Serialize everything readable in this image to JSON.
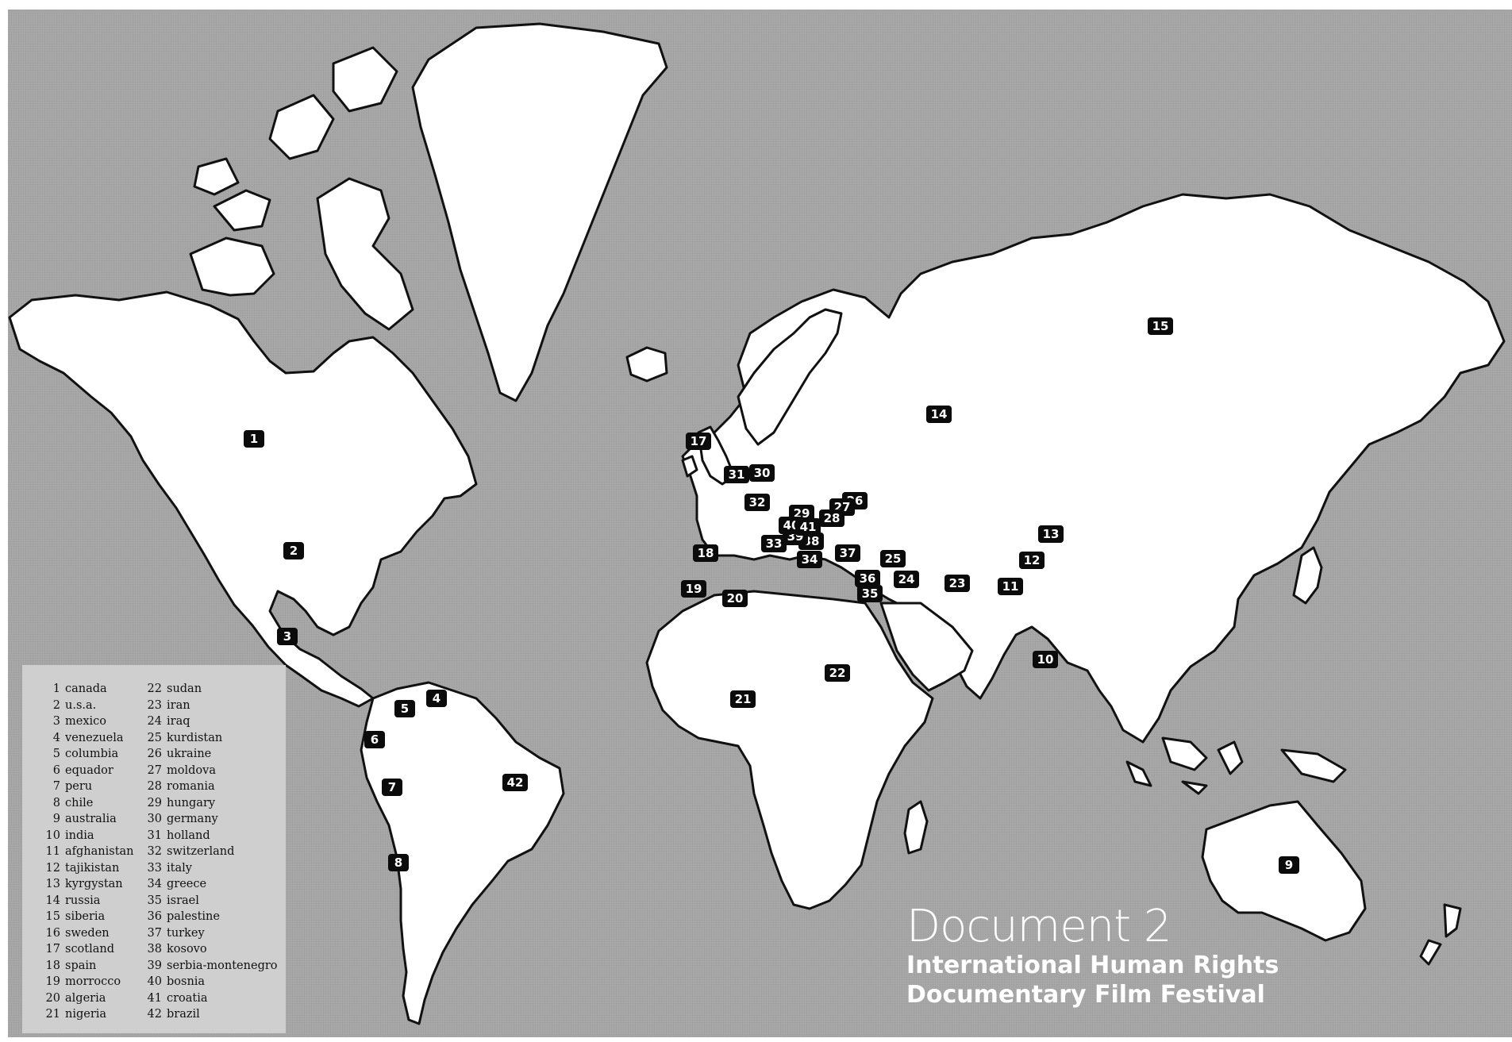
{
  "legend": [
    {
      "num": "1",
      "label": "canada"
    },
    {
      "num": "2",
      "label": "u.s.a."
    },
    {
      "num": "3",
      "label": "mexico"
    },
    {
      "num": "4",
      "label": "venezuela"
    },
    {
      "num": "5",
      "label": "columbia"
    },
    {
      "num": "6",
      "label": "equador"
    },
    {
      "num": "7",
      "label": "peru"
    },
    {
      "num": "8",
      "label": "chile"
    },
    {
      "num": "9",
      "label": "australia"
    },
    {
      "num": "10",
      "label": "india"
    },
    {
      "num": "11",
      "label": "afghanistan"
    },
    {
      "num": "12",
      "label": "tajikistan"
    },
    {
      "num": "13",
      "label": "kyrgystan"
    },
    {
      "num": "14",
      "label": "russia"
    },
    {
      "num": "15",
      "label": "siberia"
    },
    {
      "num": "16",
      "label": "sweden"
    },
    {
      "num": "17",
      "label": "scotland"
    },
    {
      "num": "18",
      "label": "spain"
    },
    {
      "num": "19",
      "label": "morrocco"
    },
    {
      "num": "20",
      "label": "algeria"
    },
    {
      "num": "21",
      "label": "nigeria"
    },
    {
      "num": "22",
      "label": "sudan"
    },
    {
      "num": "23",
      "label": "iran"
    },
    {
      "num": "24",
      "label": "iraq"
    },
    {
      "num": "25",
      "label": "kurdistan"
    },
    {
      "num": "26",
      "label": "ukraine"
    },
    {
      "num": "27",
      "label": "moldova"
    },
    {
      "num": "28",
      "label": "romania"
    },
    {
      "num": "29",
      "label": "hungary"
    },
    {
      "num": "30",
      "label": "germany"
    },
    {
      "num": "31",
      "label": "holland"
    },
    {
      "num": "32",
      "label": "switzerland"
    },
    {
      "num": "33",
      "label": "italy"
    },
    {
      "num": "34",
      "label": "greece"
    },
    {
      "num": "35",
      "label": "israel"
    },
    {
      "num": "36",
      "label": "palestine"
    },
    {
      "num": "37",
      "label": "turkey"
    },
    {
      "num": "38",
      "label": "kosovo"
    },
    {
      "num": "39",
      "label": "serbia-montenegro"
    },
    {
      "num": "40",
      "label": "bosnia"
    },
    {
      "num": "41",
      "label": "croatia"
    },
    {
      "num": "42",
      "label": "brazil"
    }
  ],
  "markers": [
    "1",
    "2",
    "3",
    "4",
    "5",
    "6",
    "7",
    "8",
    "9",
    "10",
    "11",
    "12",
    "13",
    "14",
    "15",
    "17",
    "18",
    "19",
    "20",
    "21",
    "22",
    "23",
    "24",
    "25",
    "26",
    "27",
    "28",
    "29",
    "30",
    "31",
    "32",
    "33",
    "34",
    "35",
    "36",
    "37",
    "38",
    "39",
    "40",
    "41",
    "42"
  ],
  "title": {
    "doc": "Document 2",
    "line1": "International Human Rights",
    "line2": "Documentary Film Festival"
  }
}
